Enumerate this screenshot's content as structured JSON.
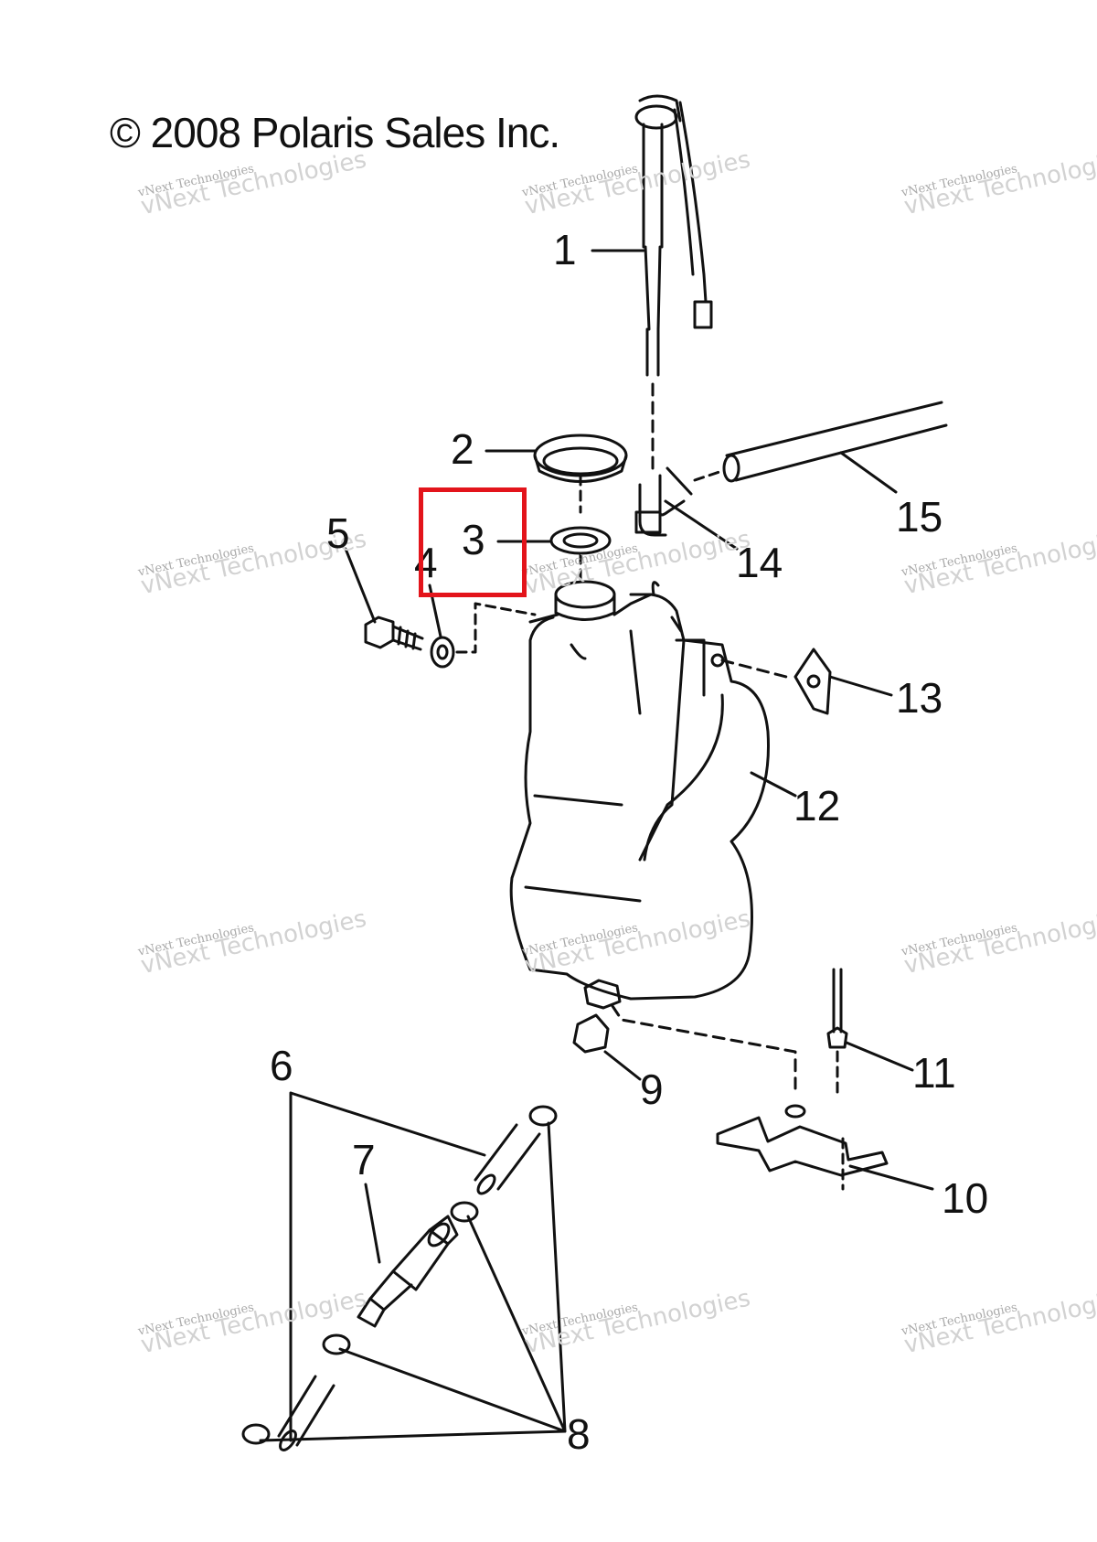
{
  "copyright": "© 2008 Polaris Sales Inc.",
  "watermark": {
    "line1": "vNext Technologies",
    "line2": "vNext Technologies"
  },
  "callouts": {
    "c1": "1",
    "c2": "2",
    "c3": "3",
    "c4": "4",
    "c5": "5",
    "c6": "6",
    "c7": "7",
    "c8": "8",
    "c9": "9",
    "c10": "10",
    "c11": "11",
    "c12": "12",
    "c13": "13",
    "c14": "14",
    "c15": "15"
  },
  "highlighted_callout": "3",
  "colors": {
    "line": "#111111",
    "highlight": "#e3141b",
    "watermark": "#c8c8c8"
  }
}
